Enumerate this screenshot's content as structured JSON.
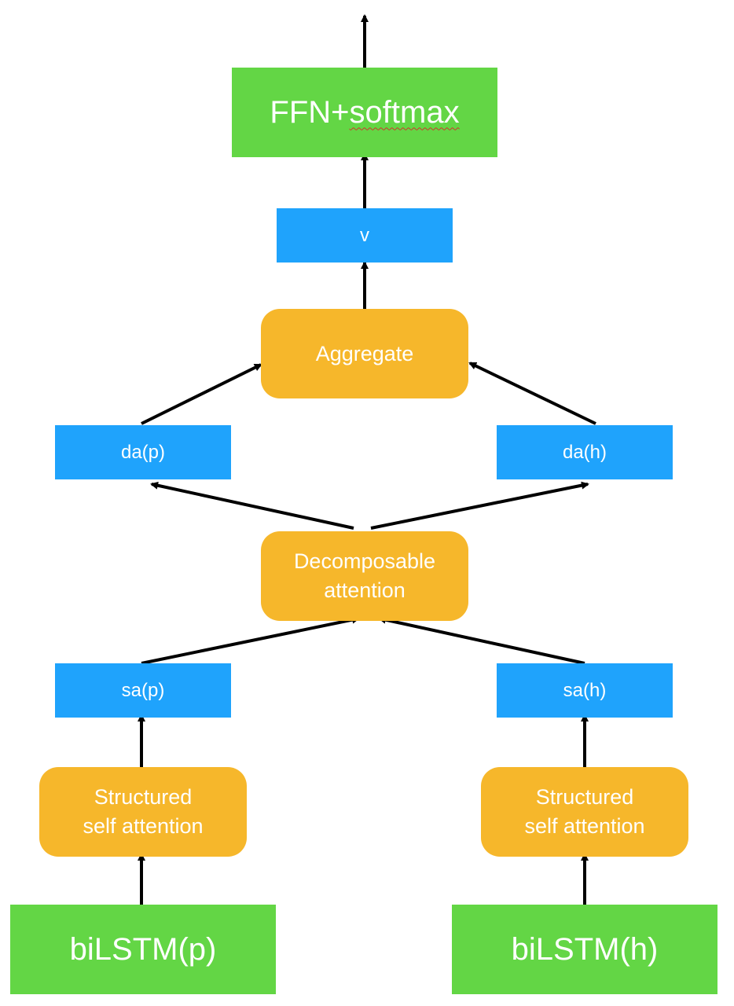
{
  "diagram": {
    "ffn": {
      "prefix": "FFN+",
      "word": "softmax"
    },
    "v": "v",
    "aggregate": "Aggregate",
    "da_p": "da(p)",
    "da_h": "da(h)",
    "decomposable": {
      "line1": "Decomposable",
      "line2": "attention"
    },
    "sa_p": "sa(p)",
    "sa_h": "sa(h)",
    "structured_left": {
      "line1": "Structured",
      "line2": "self attention"
    },
    "structured_right": {
      "line1": "Structured",
      "line2": "self attention"
    },
    "bilstm_p": "biLSTM(p)",
    "bilstm_h": "biLSTM(h)"
  },
  "colors": {
    "green": "#63d645",
    "blue": "#1fa3fc",
    "orange": "#f6b72b",
    "arrow": "#000000"
  }
}
